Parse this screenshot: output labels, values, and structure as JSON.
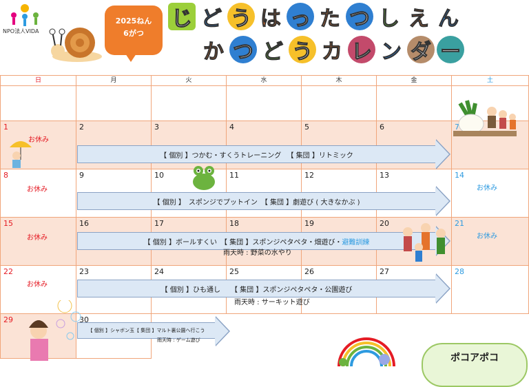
{
  "org": {
    "name": "NPO法人VIDA"
  },
  "header": {
    "year_label": "2025ねん",
    "month_label": "6がつ"
  },
  "title": {
    "line1": [
      "じ",
      "ど",
      "う",
      "は",
      "っ",
      "た",
      "つ",
      "し",
      "え",
      "ん"
    ],
    "line2": [
      "か",
      "つ",
      "ど",
      "う",
      "カ",
      "レ",
      "ン",
      "ダ",
      "ー"
    ]
  },
  "weekdays": [
    "日",
    "月",
    "火",
    "水",
    "木",
    "金",
    "土"
  ],
  "days": {
    "d1": "1",
    "d2": "2",
    "d3": "3",
    "d4": "4",
    "d5": "5",
    "d6": "6",
    "d7": "7",
    "d8": "8",
    "d9": "9",
    "d10": "10",
    "d11": "11",
    "d12": "12",
    "d13": "13",
    "d14": "14",
    "d15": "15",
    "d16": "16",
    "d17": "17",
    "d18": "18",
    "d19": "19",
    "d20": "20",
    "d21": "21",
    "d22": "22",
    "d23": "23",
    "d24": "24",
    "d25": "25",
    "d26": "26",
    "d27": "27",
    "d28": "28",
    "d29": "29",
    "d30": "30"
  },
  "holiday_label": "お休み",
  "weeks": {
    "w1": "【 個別 】つかむ・すくうトレーニング 　【 集団 】リトミック",
    "w2": "【 個別 】　スポンジでプットイン　【 集団 】劇遊び ( 大きなかぶ )",
    "w3_main": "【 個別 】ボールすくい　【 集団 】スポンジペタペタ・畑遊び・",
    "w3_blue": "避難訓練",
    "w3_sub": "雨天時 : 野菜の水やり",
    "w4_main": "【 個別 】ひも通し　　【 集団 】スポンジペタペタ・公園遊び",
    "w4_sub": "雨天時 : サーキット遊び",
    "w5_main": "【 個別 】シャボン玉【 集団 】マルト裏公園へ行こう",
    "w5_sub": "雨天時 : ゲーム遊び"
  },
  "footer_badge": "ポコアポコ",
  "colors": {
    "accent": "#ef7d2b",
    "sunday": "#e51b24",
    "saturday": "#2e9be0",
    "highlight": "#fbe3d6"
  }
}
